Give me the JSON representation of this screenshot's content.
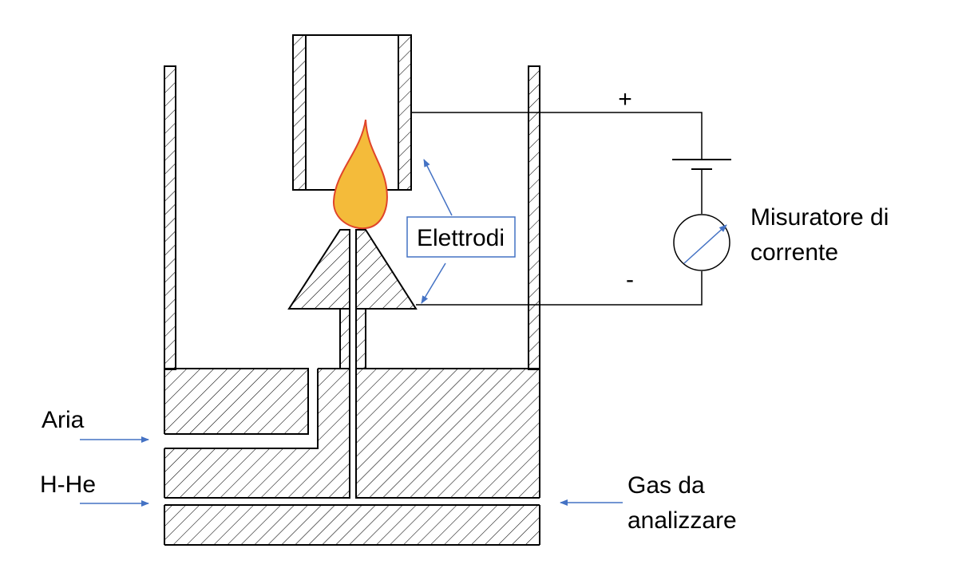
{
  "labels": {
    "electrodes": "Elettrodi",
    "meter_line1": "Misuratore di",
    "meter_line2": "corrente",
    "plus": "+",
    "minus": "-",
    "air": "Aria",
    "hhe": "H-He",
    "gas_line1": "Gas da",
    "gas_line2": "analizzare"
  },
  "colors": {
    "stroke": "#000000",
    "arrow": "#4472c4",
    "flame_fill": "#f4bb3a",
    "flame_stroke": "#e0442a",
    "label_box": "#4472c4"
  },
  "icons": {
    "flame": "flame-icon",
    "battery": "battery-icon",
    "ammeter": "ammeter-icon"
  }
}
